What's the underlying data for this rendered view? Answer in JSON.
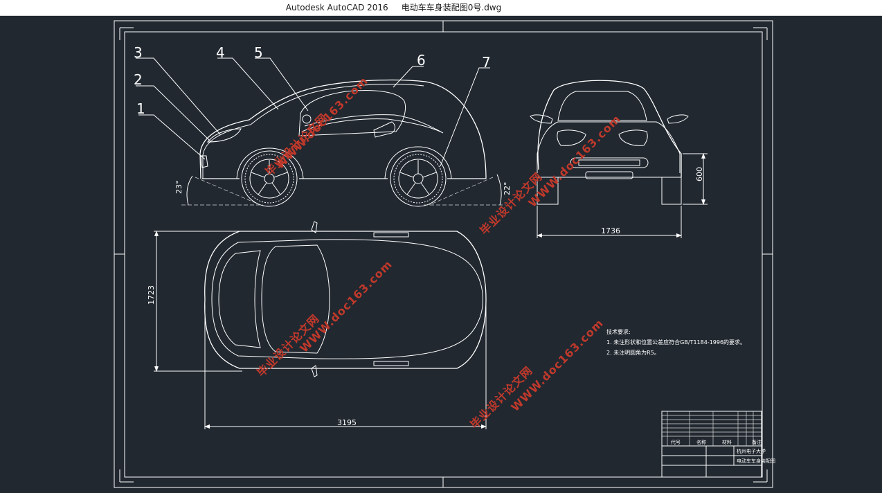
{
  "window": {
    "title": "Autodesk AutoCAD 2016     电动车车身装配图0号.dwg"
  },
  "drawing": {
    "background": "#212830",
    "line_color": "#ffffff",
    "watermark_color": "#c0392b",
    "balloons": [
      "1",
      "2",
      "3",
      "4",
      "5",
      "6",
      "7"
    ],
    "angles": {
      "front": "23°",
      "rear": "22°"
    },
    "dimensions": {
      "front_height": "600",
      "front_width": "1736",
      "top_width": "1723",
      "top_length": "3195"
    },
    "notes": {
      "heading": "技术要求:",
      "line1": "1. 未注形状和位置公差应符合GB/T1184-1996的要求。",
      "line2": "2. 未注明圆角为R5。"
    },
    "watermarks": {
      "site": "WWW.doc163.com",
      "cn": "毕业设计论文网"
    },
    "title_block": {
      "code_label": "代号",
      "name_label": "名称",
      "material_label": "材料",
      "remark_label": "备注",
      "school": "杭州电子大学",
      "drawing_name": "电动车车身装配图"
    }
  }
}
